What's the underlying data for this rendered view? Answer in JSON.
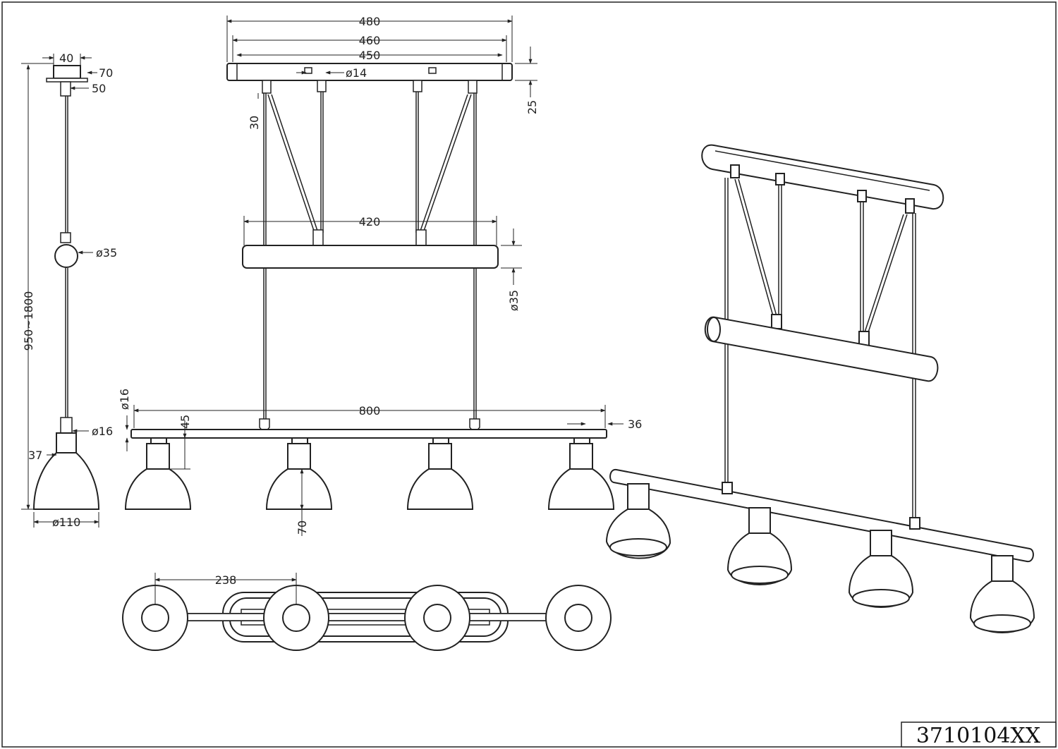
{
  "dimensions": {
    "canopy_width_40": "40",
    "canopy_depth_70": "70",
    "canopy_mount_50": "50",
    "height_range": "950~1800",
    "adjuster_diameter": "ø35",
    "socket_diameter": "ø16",
    "socket_height_37": "37",
    "shade_diameter": "ø110",
    "base_length_480": "480",
    "base_length_460": "460",
    "base_length_450": "450",
    "base_hole_diameter": "ø14",
    "base_height_25": "25",
    "clip_height_30": "30",
    "cable_spacing_420": "420",
    "tube_diameter_35": "ø35",
    "bar_diameter_16": "ø16",
    "bar_length_800": "800",
    "bar_end_36": "36",
    "shade_offset_45": "45",
    "shade_height_70": "70",
    "spacing_238": "238"
  },
  "model_code": "3710104XX"
}
